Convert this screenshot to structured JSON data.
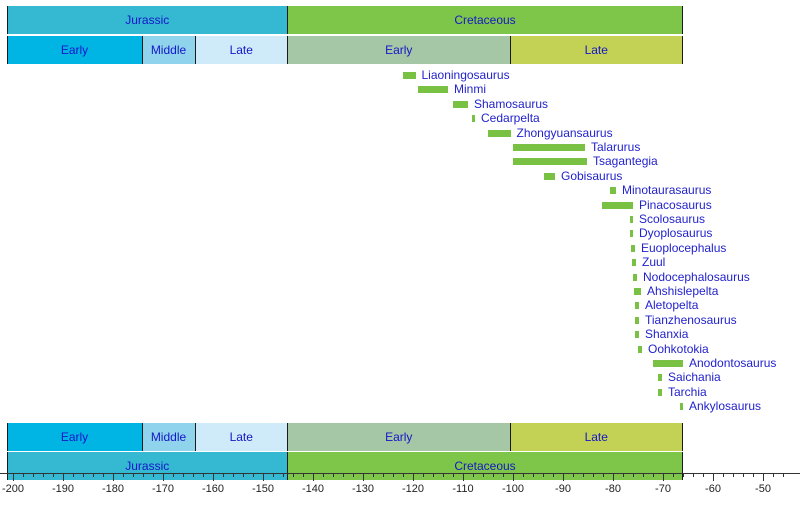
{
  "chart_data": {
    "type": "bar",
    "title": "",
    "subtitle": "",
    "xlabel": "",
    "ylabel": "",
    "xlim": [
      -200,
      -45
    ],
    "grid": false,
    "legend_position": "none",
    "axis": {
      "tick_step": 10,
      "minor_tick_step": 2,
      "tick_labels": [
        "-200",
        "-190",
        "-180",
        "-170",
        "-160",
        "-150",
        "-140",
        "-130",
        "-120",
        "-110",
        "-100",
        "-90",
        "-80",
        "-70",
        "-60",
        "-50"
      ],
      "tick_values": [
        -200,
        -190,
        -180,
        -170,
        -160,
        -150,
        -140,
        -130,
        -120,
        -110,
        -100,
        -90,
        -80,
        -70,
        -60,
        -50
      ]
    },
    "periods": [
      {
        "label": "Jurassic",
        "start": -201.3,
        "end": -145.0,
        "color": "#35b8d2"
      },
      {
        "label": "Cretaceous",
        "start": -145.0,
        "end": -66.0,
        "color": "#7ec64a"
      }
    ],
    "epochs": [
      {
        "label": "Early",
        "start": -201.3,
        "end": -174.1,
        "color": "#00b4e4"
      },
      {
        "label": "Middle",
        "start": -174.1,
        "end": -163.5,
        "color": "#8fd4ec"
      },
      {
        "label": "Late",
        "start": -163.5,
        "end": -145.0,
        "color": "#cfeaf8"
      },
      {
        "label": "Early",
        "start": -145.0,
        "end": -100.5,
        "color": "#a5c7a5"
      },
      {
        "label": "Late",
        "start": -100.5,
        "end": -66.0,
        "color": "#c3d155"
      }
    ],
    "bar_color": "#79c143",
    "label_color": "#2222cc",
    "categories": [
      "Liaoningosaurus",
      "Minmi",
      "Shamosaurus",
      "Cedarpelta",
      "Zhongyuansaurus",
      "Talarurus",
      "Tsagantegia",
      "Gobisaurus",
      "Minotaurasaurus",
      "Pinacosaurus",
      "Scolosaurus",
      "Dyoplosaurus",
      "Euoplocephalus",
      "Zuul",
      "Nodocephalosaurus",
      "Ahshislepelta",
      "Aletopelta",
      "Tianzhenosaurus",
      "Shanxia",
      "Oohkotokia",
      "Anodontosaurus",
      "Saichania",
      "Tarchia",
      "Ankylosaurus"
    ],
    "ranges": [
      {
        "name": "Liaoningosaurus",
        "start": -122.0,
        "end": -119.5
      },
      {
        "name": "Minmi",
        "start": -119.0,
        "end": -113.0
      },
      {
        "name": "Shamosaurus",
        "start": -112.0,
        "end": -109.0
      },
      {
        "name": "Cedarpelta",
        "start": -108.2,
        "end": -107.6
      },
      {
        "name": "Zhongyuansaurus",
        "start": -105.0,
        "end": -100.5
      },
      {
        "name": "Talarurus",
        "start": -100.0,
        "end": -85.6
      },
      {
        "name": "Tsagantegia",
        "start": -100.0,
        "end": -85.2
      },
      {
        "name": "Gobisaurus",
        "start": -93.8,
        "end": -91.6
      },
      {
        "name": "Minotaurasaurus",
        "start": -80.6,
        "end": -79.4
      },
      {
        "name": "Pinacosaurus",
        "start": -82.2,
        "end": -76.0
      },
      {
        "name": "Scolosaurus",
        "start": -76.6,
        "end": -76.0
      },
      {
        "name": "Dyoplosaurus",
        "start": -76.6,
        "end": -76.0
      },
      {
        "name": "Euoplocephalus",
        "start": -76.4,
        "end": -75.6
      },
      {
        "name": "Zuul",
        "start": -76.2,
        "end": -75.4
      },
      {
        "name": "Nodocephalosaurus",
        "start": -76.0,
        "end": -75.2
      },
      {
        "name": "Ahshislepelta",
        "start": -75.8,
        "end": -74.4
      },
      {
        "name": "Aletopelta",
        "start": -75.6,
        "end": -74.8
      },
      {
        "name": "Tianzhenosaurus",
        "start": -75.6,
        "end": -74.8
      },
      {
        "name": "Shanxia",
        "start": -75.6,
        "end": -74.8
      },
      {
        "name": "Oohkotokia",
        "start": -75.0,
        "end": -74.2
      },
      {
        "name": "Anodontosaurus",
        "start": -72.0,
        "end": -66.0
      },
      {
        "name": "Saichania",
        "start": -71.0,
        "end": -70.2
      },
      {
        "name": "Tarchia",
        "start": -71.0,
        "end": -70.2
      },
      {
        "name": "Ankylosaurus",
        "start": -66.6,
        "end": -66.0
      }
    ]
  }
}
